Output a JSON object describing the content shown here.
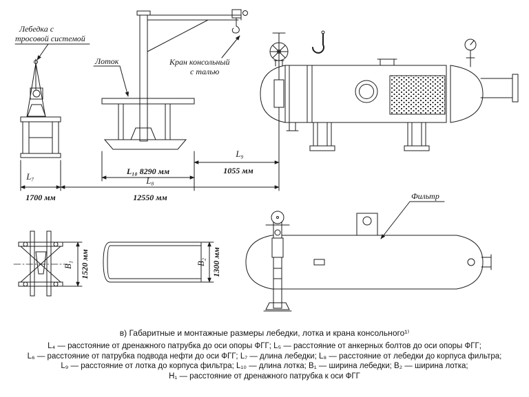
{
  "figure": {
    "caption": "в) Габаритные и монтажные размеры лебедки, лотка и крана консольного¹⁾",
    "legend_lines": [
      "L₄ — расстояние от дренажного патрубка до оси опоры ФГГ; L₅ — расстояние от анкерных болтов до оси опоры ФГГ;",
      "L₆ — расстояние от патрубка подвода нефти до оси ФГГ; L₇ — длина лебедки; L₈ — расстояние от лебедки до корпуса фильтра;",
      "L₉ — расстояние от лотка до корпуса фильтра; L₁₀ — длина лотка; B₁ — ширина лебедки; B₂ — ширина лотка;",
      "H₁ — расстояние от дренажного патрубка к оси ФГГ"
    ]
  },
  "labels": {
    "winch_line1": "Лебедка с",
    "winch_line2": "тросовой системой",
    "tray": "Лоток",
    "crane_line1": "Кран консольный",
    "crane_line2": "с талью",
    "filter": "Фильтр"
  },
  "dimensions": {
    "l7_symbol": "L₇",
    "l7_value": "1700 мм",
    "l8_symbol": "L₈",
    "l8_value": "12550 мм",
    "l9_symbol": "L₉",
    "l9_value": "1055 мм",
    "l10_label": "L₁₀ 8290 мм",
    "b1_symbol": "B₁",
    "b1_value": "1520 мм",
    "b2_symbol": "B₂",
    "b2_value": "1300 мм"
  },
  "colors": {
    "line": "#1b1b1b",
    "background": "#ffffff"
  }
}
